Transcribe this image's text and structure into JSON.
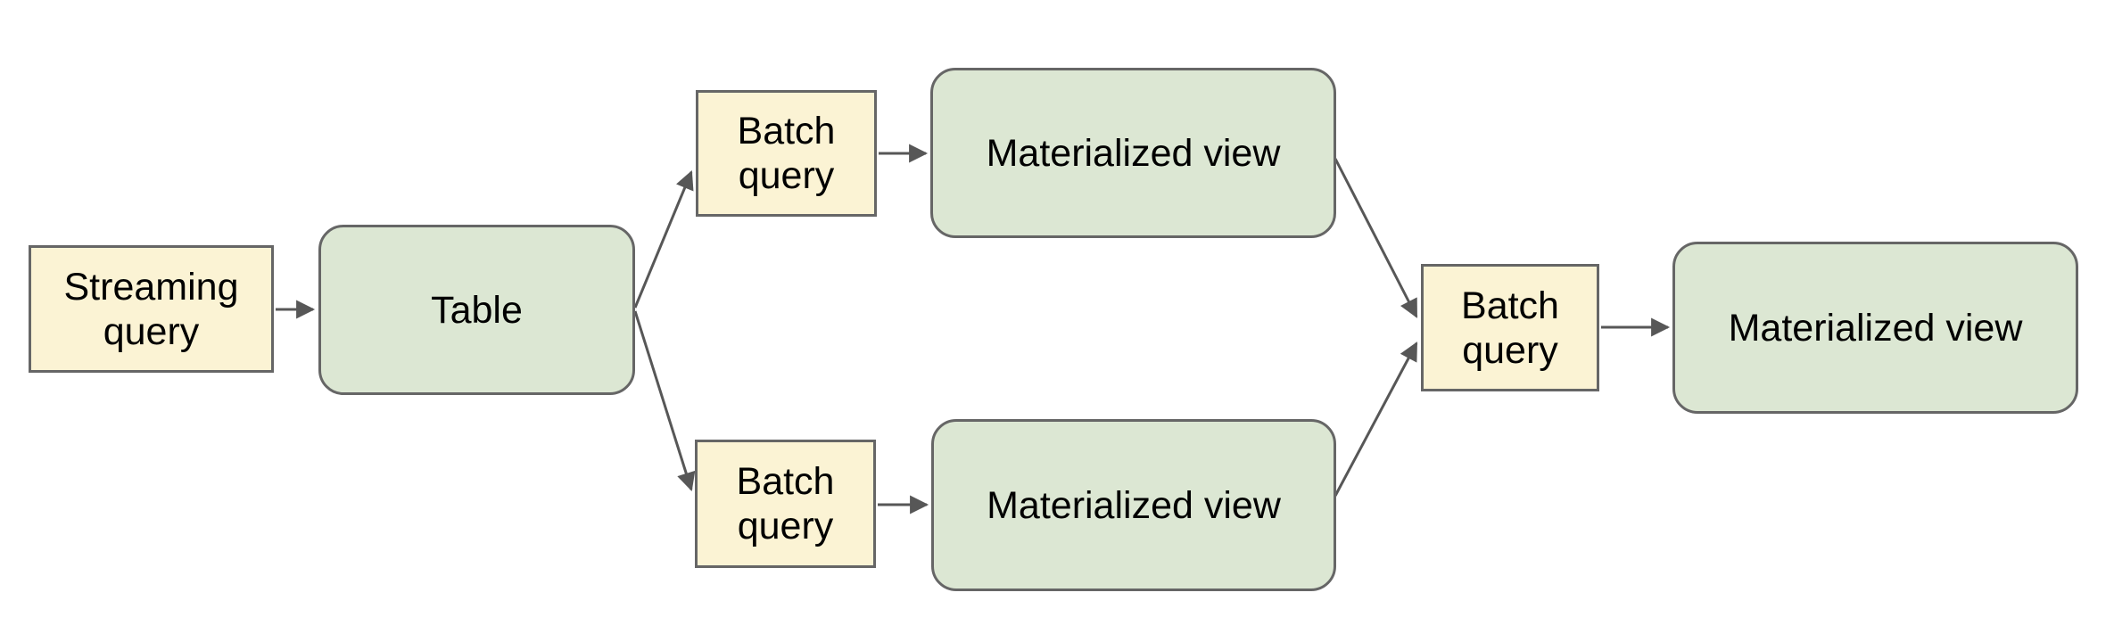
{
  "diagram": {
    "background": "#ffffff",
    "colors": {
      "query_fill": "#fbf3d4",
      "query_border": "#666666",
      "store_fill": "#dce7d3",
      "store_border": "#666666",
      "connector": "#575757",
      "text": "#000000"
    },
    "nodes": [
      {
        "id": "streaming-query",
        "label": "Streaming query",
        "type": "query"
      },
      {
        "id": "table",
        "label": "Table",
        "type": "store"
      },
      {
        "id": "batch-query-top",
        "label": "Batch query",
        "type": "query"
      },
      {
        "id": "materialized-view-top",
        "label": "Materialized view",
        "type": "store"
      },
      {
        "id": "batch-query-bottom",
        "label": "Batch query",
        "type": "query"
      },
      {
        "id": "materialized-view-bottom",
        "label": "Materialized view",
        "type": "store"
      },
      {
        "id": "batch-query-merge",
        "label": "Batch query",
        "type": "query"
      },
      {
        "id": "materialized-view-final",
        "label": "Materialized view",
        "type": "store"
      }
    ],
    "edges": [
      {
        "from": "streaming-query",
        "to": "table"
      },
      {
        "from": "table",
        "to": "batch-query-top"
      },
      {
        "from": "table",
        "to": "batch-query-bottom"
      },
      {
        "from": "batch-query-top",
        "to": "materialized-view-top"
      },
      {
        "from": "batch-query-bottom",
        "to": "materialized-view-bottom"
      },
      {
        "from": "materialized-view-top",
        "to": "batch-query-merge"
      },
      {
        "from": "materialized-view-bottom",
        "to": "batch-query-merge"
      },
      {
        "from": "batch-query-merge",
        "to": "materialized-view-final"
      }
    ]
  }
}
